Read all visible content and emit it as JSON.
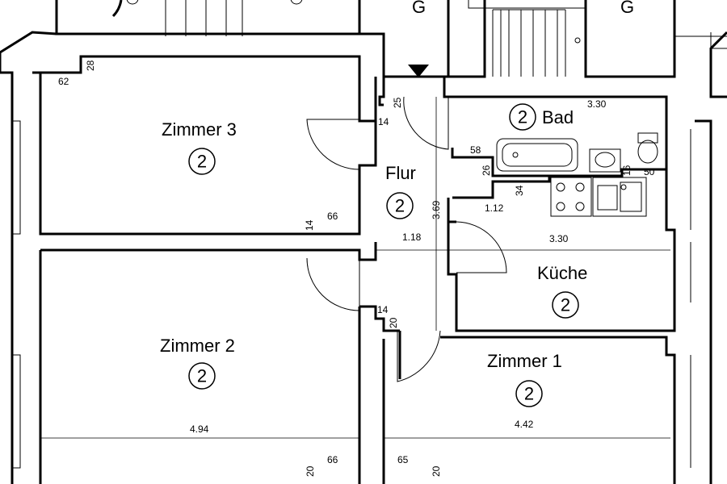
{
  "rooms": {
    "zimmer3": {
      "name": "Zimmer 3",
      "number": "2"
    },
    "zimmer2": {
      "name": "Zimmer 2",
      "number": "2"
    },
    "zimmer1": {
      "name": "Zimmer 1",
      "number": "2"
    },
    "flur": {
      "name": "Flur",
      "number": "2"
    },
    "bad": {
      "name": "Bad",
      "number": "2"
    },
    "kueche": {
      "name": "Küche",
      "number": "2"
    }
  },
  "top_labels": {
    "g_left": "G",
    "g_right": "G"
  },
  "dimensions": {
    "z3_62": "62",
    "z3_28": "28",
    "z3_14_right": "14",
    "z3_14_bottom": "14",
    "z3_66": "66",
    "flur_25": "25",
    "flur_369": "3.69",
    "flur_118": "1.18",
    "bad_330": "3.30",
    "bad_58": "58",
    "bad_26": "26",
    "bad_16": "16",
    "bad_50": "50",
    "k_34": "34",
    "k_112": "1.12",
    "k_330": "3.30",
    "z2_14": "14",
    "z2_20_door": "20",
    "z2_494": "4.94",
    "z2_20_bottom": "20",
    "z2_66": "66",
    "z1_442": "4.42",
    "z1_65": "65",
    "z1_20": "20"
  }
}
